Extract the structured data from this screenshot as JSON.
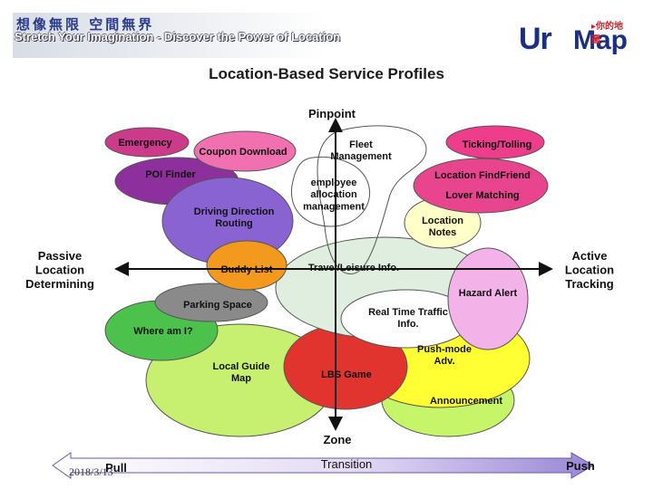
{
  "banner": {
    "chinese": "想像無限 空間無界",
    "english": "Stretch Your Imagination - Discover the Power of Location"
  },
  "logo": {
    "main_left": "Ur",
    "main_right": "Map",
    "tag": "▸你的地圖"
  },
  "title": "Location-Based Service Profiles",
  "axes": {
    "top": "Pinpoint",
    "bottom": "Zone",
    "left": "Passive Location Determining",
    "right": "Active Location Tracking"
  },
  "arrow": {
    "left_label": "Pull",
    "middle_label": "Transition",
    "right_label": "Push"
  },
  "date": "2018/3/13",
  "services": {
    "emergency": "Emergency",
    "coupon_download": "Coupon Download",
    "poi_finder": "POI Finder",
    "driving_direction": "Driving Direction Routing",
    "buddy_list": "Buddy List",
    "parking_space": "Parking Space",
    "where_am_i": "Where am I?",
    "local_guide_map": "Local Guide Map",
    "fleet_management": "Fleet Management",
    "employee_allocation": "employee allocation management",
    "ticking_tolling": "Ticking/Tolling",
    "location_findfriend": "Location FindFriend",
    "lover_matching": "Lover Matching",
    "location_notes": "Location Notes",
    "travel_leisure": "Travel/Leisure Info.",
    "hazard_alert": "Hazard Alert",
    "real_time_traffic": "Real Time Traffic Info.",
    "push_mode_adv": "Push-mode Adv.",
    "lbs_game": "LBS Game",
    "announcement": "Announcement"
  },
  "colors": {
    "emergency": "#cc3a8a",
    "coupon": "#f070b0",
    "poi": "#8e2f9e",
    "driving": "#8a63d2",
    "buddy": "#f39a1e",
    "parking": "#8a8a8a",
    "where": "#4cc24c",
    "local_guide": "#c8f070",
    "lbs_game": "#e2342f",
    "push_adv": "#ffff33",
    "announcement": "#c6f56a",
    "ticking": "#ee3d8b",
    "findfriend": "#e8458e",
    "location_notes": "#ffffc8",
    "travel": "#dfeede",
    "hazard": "#f3b2e8",
    "real_time": "#ffffff"
  }
}
